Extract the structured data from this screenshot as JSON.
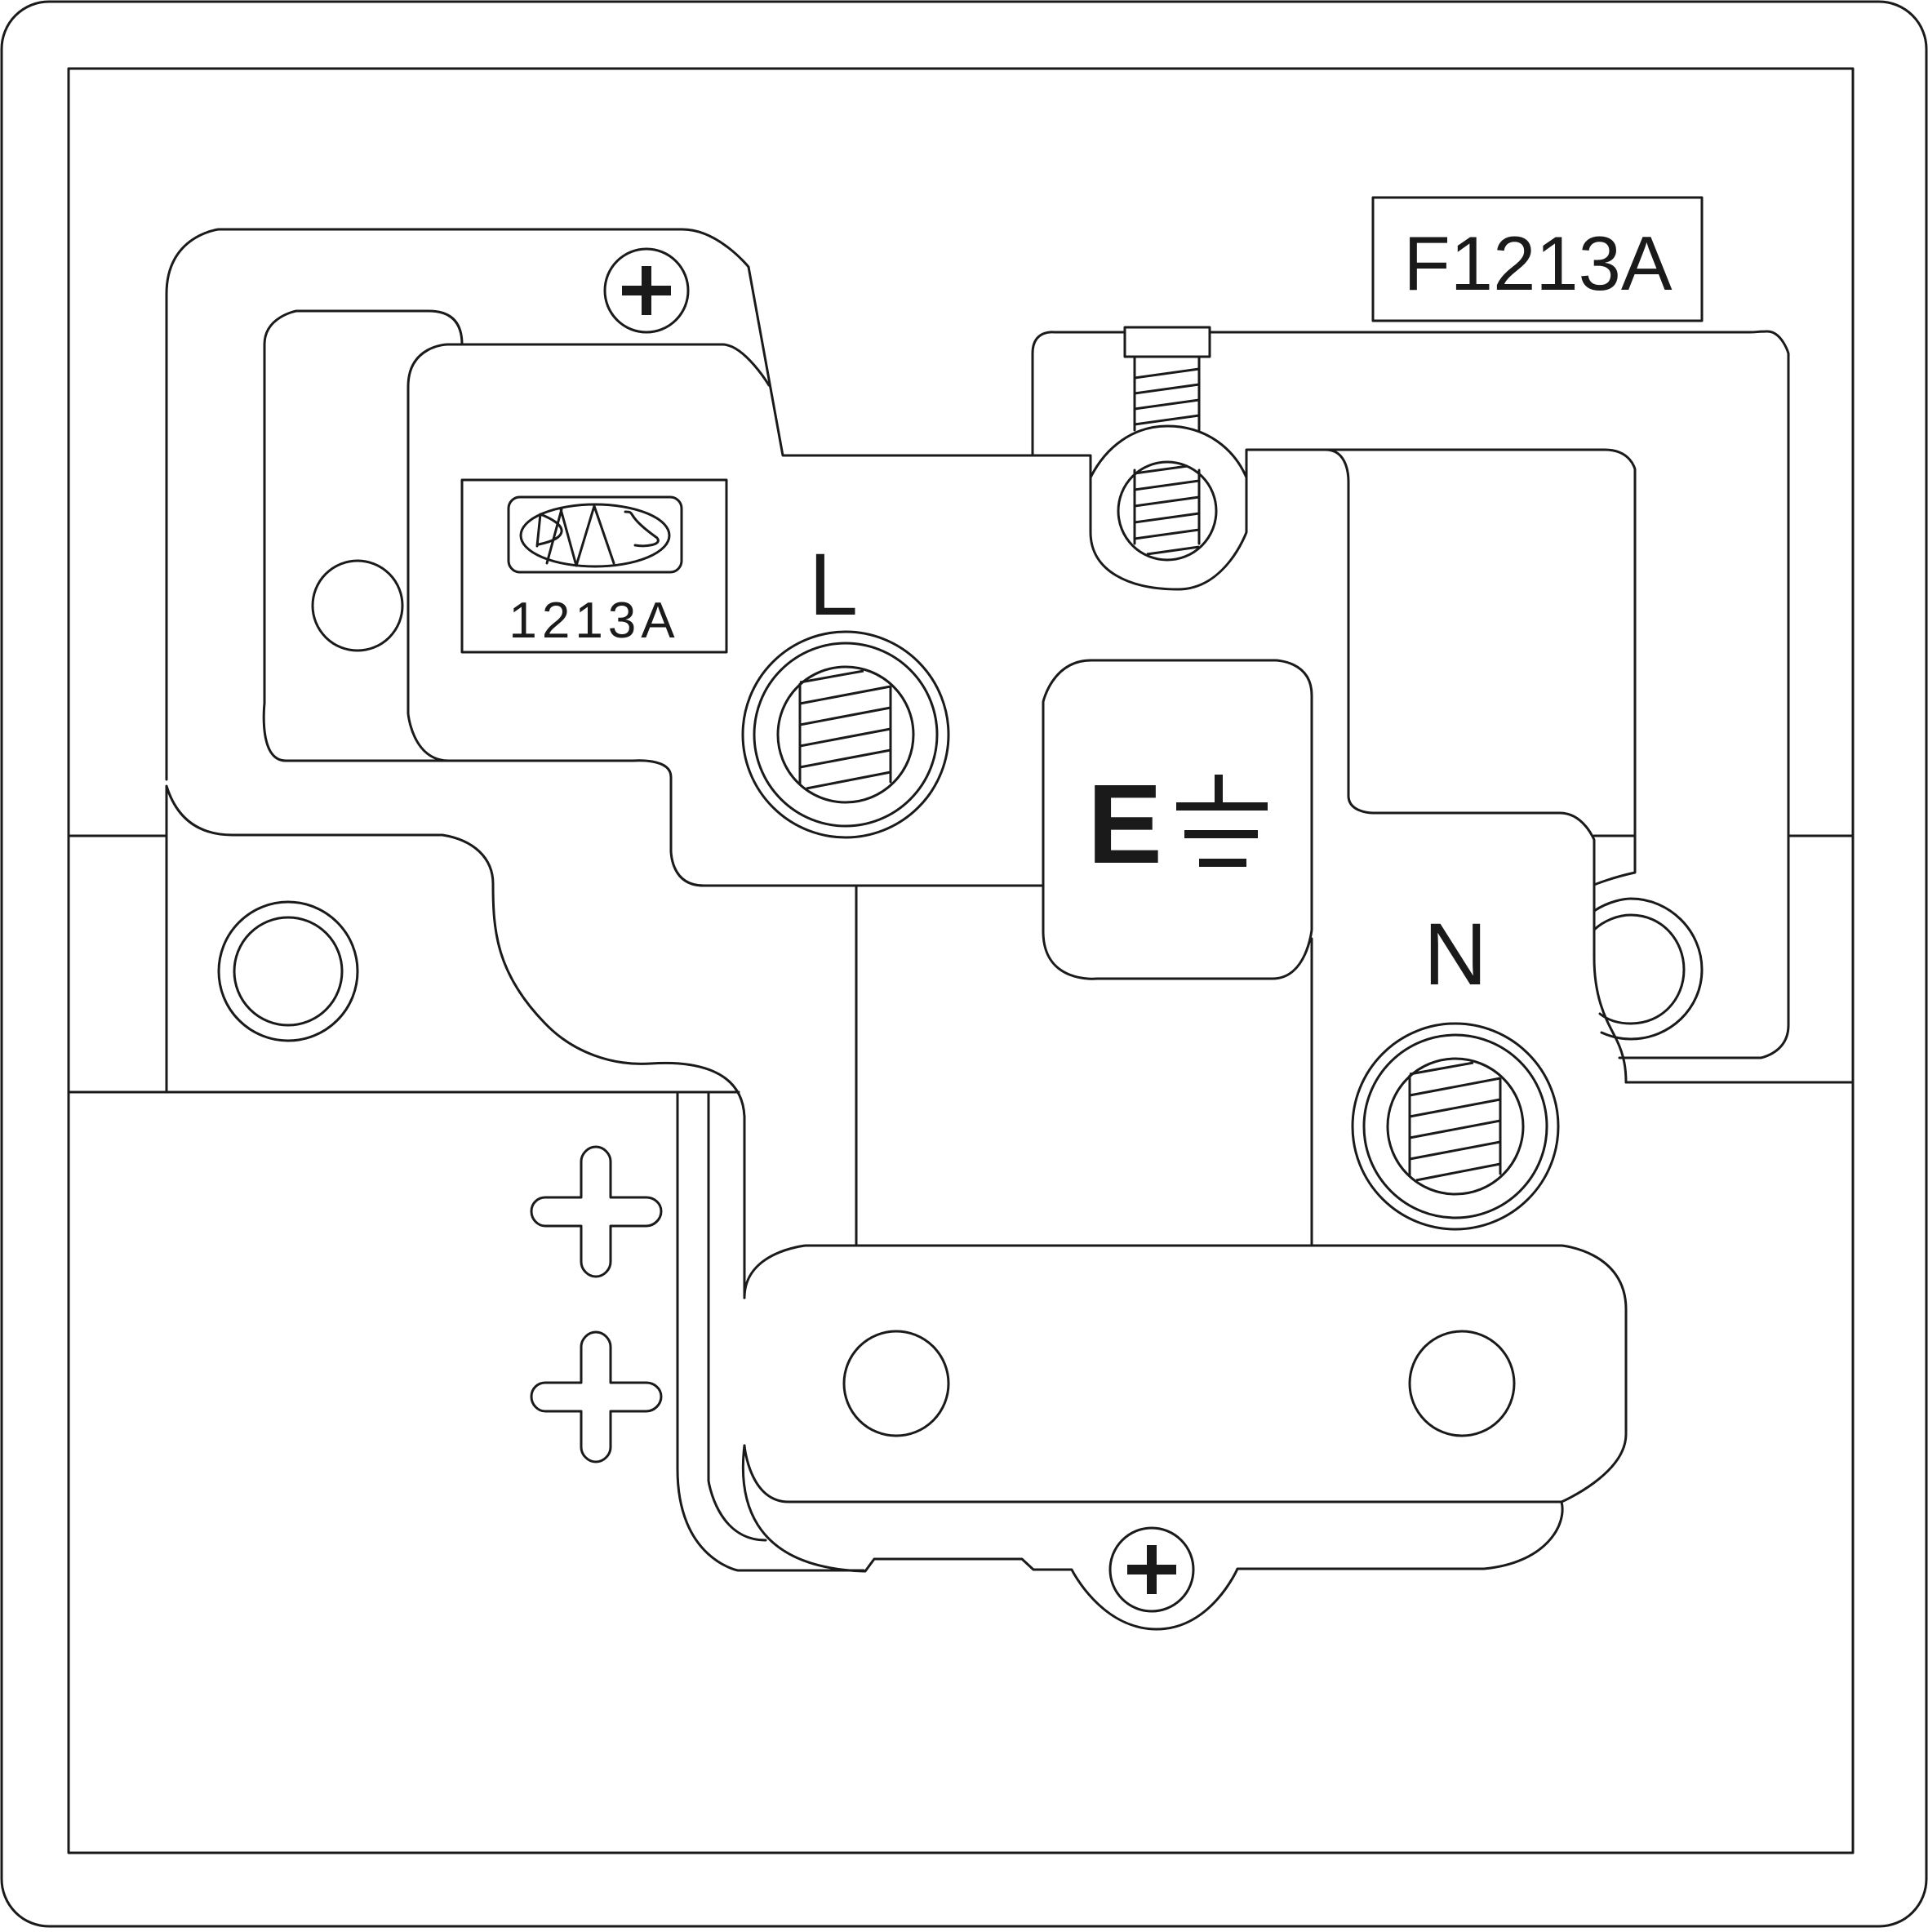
{
  "labels": {
    "model_box": "F1213A",
    "badge_code": "1213A",
    "badge_logo": "PMS",
    "live": "L",
    "neutral": "N",
    "earth_letter": "E"
  },
  "icons": {
    "earth_symbol": "earth-ground-icon",
    "screw_heads": "phillips-screw-icon",
    "cross_marks": "cross-mark-icon",
    "terminals": "screw-terminal-icon"
  },
  "colors": {
    "stroke": "#1a1a1a",
    "background": "#ffffff"
  }
}
